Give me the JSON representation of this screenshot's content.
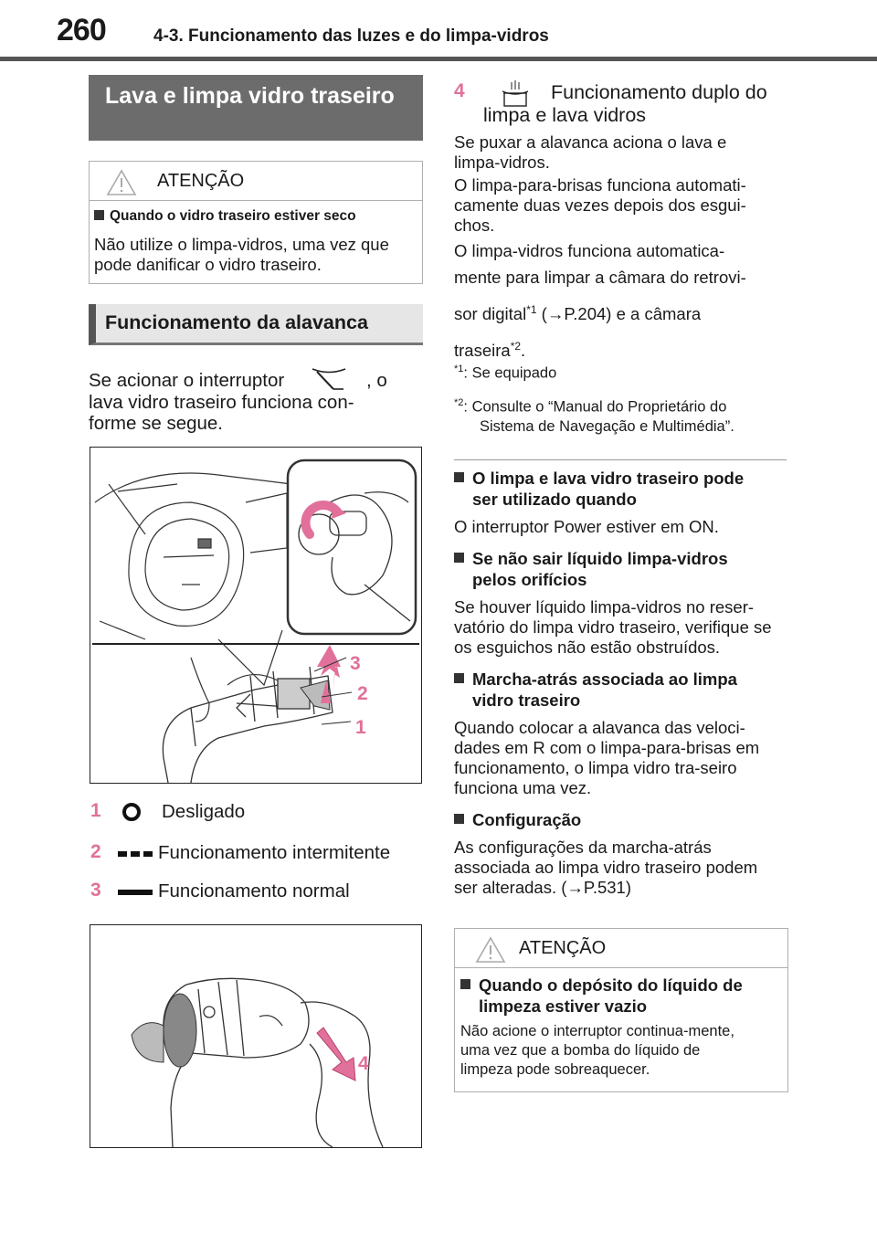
{
  "header": {
    "page_number": "260",
    "chapter": "4-3. Funcionamento das luzes e do limpa-vidros"
  },
  "left": {
    "section_title": "Lava e limpa vidro traseiro",
    "caution1": {
      "title": "ATENÇÃO",
      "heading": "Quando o vidro traseiro estiver seco",
      "text": "Não utilize o limpa-vidros, uma vez que pode danificar o vidro traseiro."
    },
    "sub_title": "Funcionamento da alavanca",
    "intro_part1": "Se acionar o interruptor",
    "intro_part2": ", o",
    "intro_part3": "lava vidro traseiro funciona con-",
    "intro_part4": "forme se segue.",
    "figure1_labels": [
      "3",
      "2",
      "1"
    ],
    "modes": [
      {
        "num": "1",
        "icon": "off-ring-icon",
        "label": "Desligado"
      },
      {
        "num": "2",
        "icon": "intermittent-dashes-icon",
        "label": "Funcionamento intermitente"
      },
      {
        "num": "3",
        "icon": "normal-bar-icon",
        "label": "Funcionamento normal"
      }
    ],
    "figure2_label": "4"
  },
  "right": {
    "item4_num": "4",
    "item4_line1": "Funcionamento duplo do",
    "item4_line2": "limpa e lava vidros",
    "p1": "Se puxar a alavanca aciona o lava e limpa-vidros.",
    "p2": "O limpa-para-brisas funciona automati-camente duas vezes depois dos esgui-chos.",
    "p3_line1": "O limpa-vidros funciona automatica-",
    "p3_line2": "mente para limpar a câmara do retrovi-",
    "p3_line3a": "sor digital",
    "p3_sup1": "*1",
    "p3_line3b": " (→P.204) e a câmara",
    "p3_line4a": "traseira",
    "p3_sup2": "*2",
    "p3_line4b": ".",
    "fn1_mark": "*1",
    "fn1_text": ": Se equipado",
    "fn2_mark": "*2",
    "fn2_text": ": Consulte o “Manual do Proprietário do",
    "fn2_text2": "Sistema de Navegação e Multimédia”.",
    "notes": [
      {
        "heading": "O limpa e lava vidro traseiro pode ser utilizado quando",
        "text": "O interruptor Power estiver em ON."
      },
      {
        "heading": "Se não sair líquido limpa-vidros pelos orifícios",
        "text": "Se houver líquido limpa-vidros no reser-vatório do limpa vidro traseiro, verifique se os esguichos não estão obstruídos."
      },
      {
        "heading": "Marcha-atrás associada ao limpa vidro traseiro",
        "text": "Quando colocar a alavanca das veloci-dades em R com o limpa-para-brisas em funcionamento, o limpa vidro tra-seiro funciona uma vez."
      },
      {
        "heading": "Configuração",
        "text": "As configurações da marcha-atrás associada ao limpa vidro traseiro podem ser alteradas. (→P.531)"
      }
    ],
    "caution2": {
      "title": "ATENÇÃO",
      "heading": "Quando o depósito do líquido de limpeza estiver vazio",
      "text": "Não acione o interruptor continua-mente, uma vez que a bomba do líquido de limpeza pode sobreaquecer."
    }
  },
  "colors": {
    "accent_pink": "#e1709a",
    "section_dark": "#6c6c6c",
    "section_light": "#e6e6e6"
  }
}
